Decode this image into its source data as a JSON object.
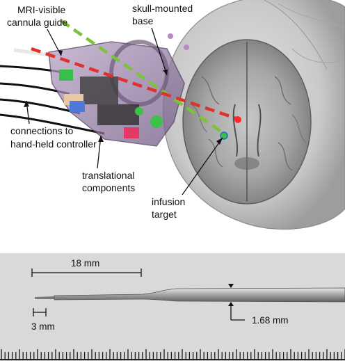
{
  "labels": {
    "cannula_guide": [
      "MRI-visible",
      "cannula guide"
    ],
    "skull_base": [
      "skull-mounted",
      "base"
    ],
    "connections": [
      "connections to",
      "hand-held controller"
    ],
    "translational": [
      "translational",
      "components"
    ],
    "infusion": [
      "infusion",
      "target"
    ]
  },
  "scale_labels": {
    "length_18": "18 mm",
    "length_3": "3 mm",
    "diameter": "1.68 mm"
  },
  "colors": {
    "red_trajectory": "#e0312f",
    "green_trajectory": "#7cc23a",
    "target_red": "#ff2a2a",
    "target_green": "#3fbf3f",
    "device_purple": "#8a6a9a",
    "skull_gray": "#bdbdbd",
    "brain_gray": "#8f8f8f",
    "lower_bg": "#d9d9d9"
  }
}
